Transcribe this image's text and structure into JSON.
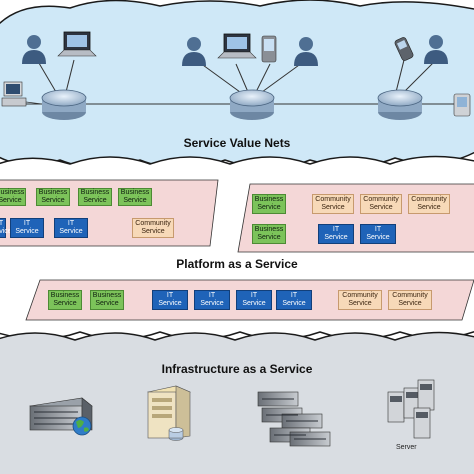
{
  "layers": {
    "service_value_nets": {
      "title": "Service Value Nets"
    },
    "platform": {
      "title": "Platform as a Service"
    },
    "infrastructure": {
      "title": "Infrastructure as a Service"
    }
  },
  "boxes": {
    "business": "Business\nService",
    "it": "IT\nService",
    "community": "Community\nService"
  },
  "server_label": "Server",
  "colors": {
    "cloud_top": "#cfe8f7",
    "cloud_bottom": "#d9dde2",
    "platform_band": "#f4d7d7",
    "business": "#7cc35a",
    "it": "#1f63b8",
    "community": "#f7d9b8"
  },
  "icons": [
    "user-icon",
    "laptop-icon",
    "desktop-computer-icon",
    "router-icon",
    "mobile-phone-icon",
    "pda-icon",
    "server-rack-icon",
    "server-tower-icon",
    "server-cluster-icon",
    "globe-icon"
  ]
}
